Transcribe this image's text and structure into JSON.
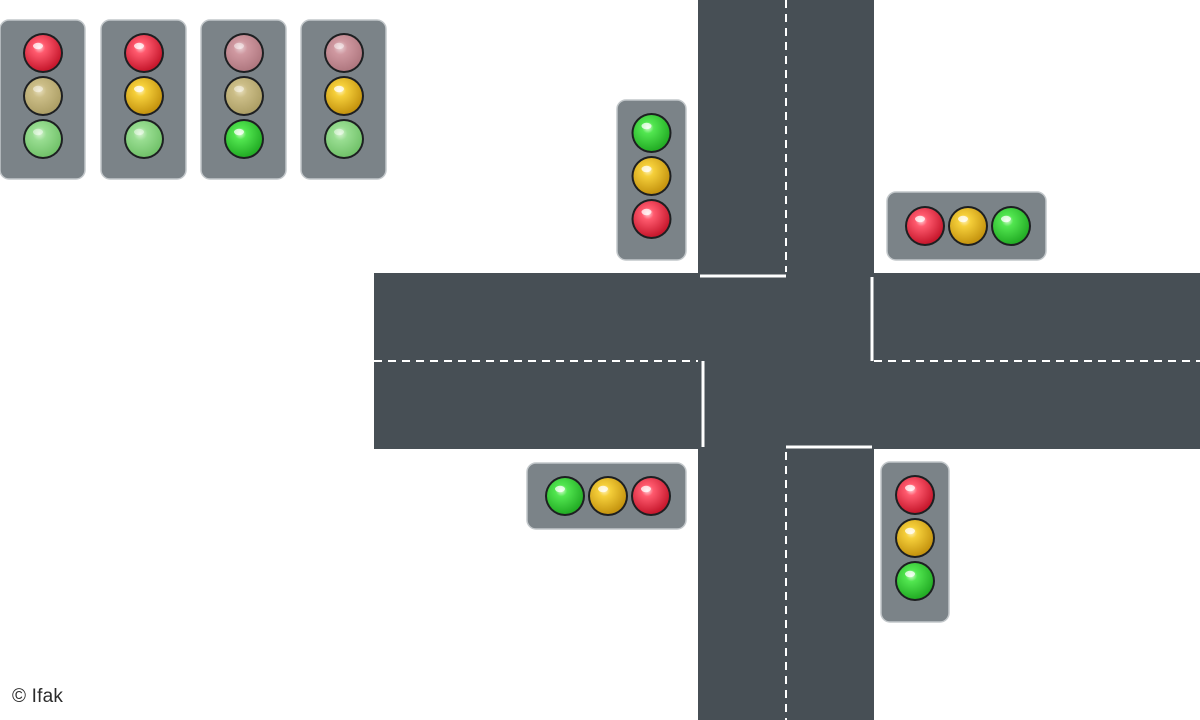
{
  "colors": {
    "background": "#ffffff",
    "road": "#474f55",
    "road_marking": "#ffffff",
    "housing": "#7b8388",
    "housing_border": "#c2c7ca",
    "light_red": "#e8253d",
    "light_yellow": "#e6b421",
    "light_green": "#39d53b",
    "light_off_red": "#c98a92",
    "light_off_yellow": "#c4b57d",
    "light_off_green": "#8fd98c"
  },
  "phase_sequence": [
    {
      "phase": "red",
      "red": true,
      "yellow": false,
      "green": false
    },
    {
      "phase": "red-yellow",
      "red": true,
      "yellow": true,
      "green": false
    },
    {
      "phase": "green",
      "red": false,
      "yellow": false,
      "green": true
    },
    {
      "phase": "yellow",
      "red": false,
      "yellow": true,
      "green": false
    }
  ],
  "intersection_signals": [
    {
      "approach": "north",
      "orientation": "vertical",
      "order": [
        "green",
        "yellow",
        "red"
      ]
    },
    {
      "approach": "east",
      "orientation": "horizontal",
      "order": [
        "red",
        "yellow",
        "green"
      ]
    },
    {
      "approach": "west",
      "orientation": "horizontal",
      "order": [
        "green",
        "yellow",
        "red"
      ]
    },
    {
      "approach": "south",
      "orientation": "vertical",
      "order": [
        "red",
        "yellow",
        "green"
      ]
    }
  ],
  "credit": "© Ifak"
}
